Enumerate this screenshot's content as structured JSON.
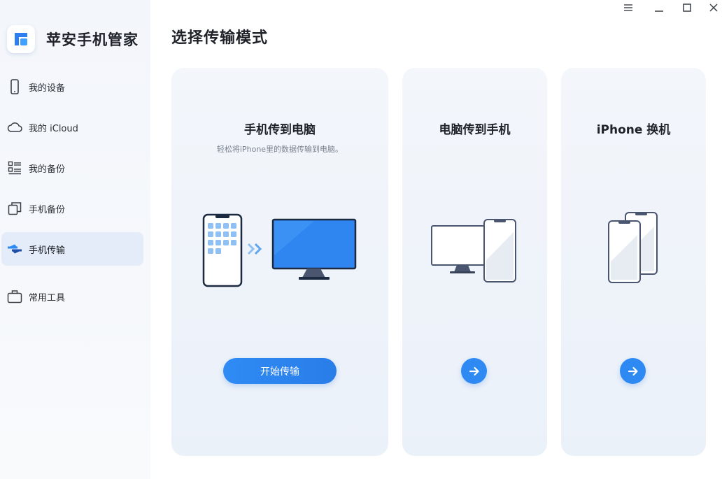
{
  "app": {
    "name": "苹安手机管家"
  },
  "sidebar": {
    "items": [
      {
        "label": "我的设备",
        "icon": "phone-icon"
      },
      {
        "label": "我的 iCloud",
        "icon": "cloud-icon"
      },
      {
        "label": "我的备份",
        "icon": "list-icon"
      },
      {
        "label": "手机备份",
        "icon": "copy-icon"
      },
      {
        "label": "手机传输",
        "icon": "transfer-icon",
        "active": true
      },
      {
        "label": "常用工具",
        "icon": "toolbox-icon"
      }
    ]
  },
  "main": {
    "title": "选择传输模式",
    "cards": [
      {
        "title": "手机传到电脑",
        "subtitle": "轻松将iPhone里的数据传输到电脑。",
        "button_label": "开始传输"
      },
      {
        "title": "电脑传到手机"
      },
      {
        "title": "iPhone 换机"
      }
    ]
  },
  "colors": {
    "accent": "#2e89f3",
    "sidebar_active": "#e3ecf8",
    "card_bg": "#eef3fa"
  }
}
